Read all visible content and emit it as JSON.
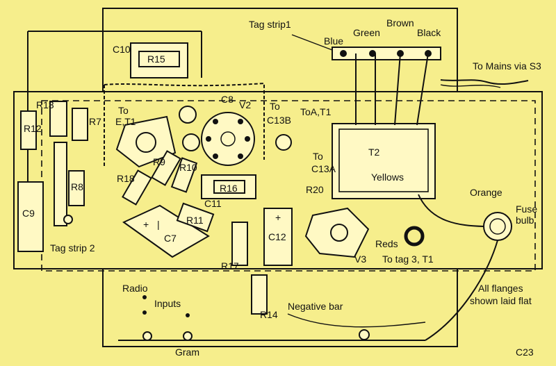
{
  "labels": {
    "tag_strip_1": "Tag strip1",
    "blue": "Blue",
    "green": "Green",
    "brown": "Brown",
    "black": "Black",
    "to_mains": "To Mains via S3",
    "c10": "C10",
    "r15": "R15",
    "c8": "C8",
    "v2": "V2",
    "to_c13b_to": "To",
    "to_c13b": "C13B",
    "to_a_t1": "ToA,T1",
    "to_e_t1_to": "To",
    "to_e_t1": "E,T1",
    "r13": "R13",
    "r12": "R12",
    "r7": "R7",
    "r8": "R8",
    "c9": "C9",
    "tag_strip_2": "Tag strip 2",
    "r18": "R18",
    "r9": "R9",
    "r10": "R10",
    "r16": "R16",
    "c11": "C11",
    "r11": "R11",
    "c7": "C7",
    "c7_plus": "+",
    "c7_minus": "|",
    "r17": "R17",
    "c12": "C12",
    "c12_plus": "+",
    "r14": "R14",
    "to_c13a_to": "To",
    "to_c13a": "C13A",
    "r20": "R20",
    "t2": "T2",
    "yellows": "Yellows",
    "orange": "Orange",
    "fuse_bulb_1": "Fuse",
    "fuse_bulb_2": "bulb",
    "reds": "Reds",
    "v3": "V3",
    "to_tag_3": "To tag 3, T1",
    "radio": "Radio",
    "inputs": "Inputs",
    "gram": "Gram",
    "negative_bar": "Negative bar",
    "flanges_1": "All flanges",
    "flanges_2": "shown laid flat",
    "figure_id": "C23"
  },
  "colors": {
    "background": "#f6ee8c",
    "ink": "#111111"
  }
}
